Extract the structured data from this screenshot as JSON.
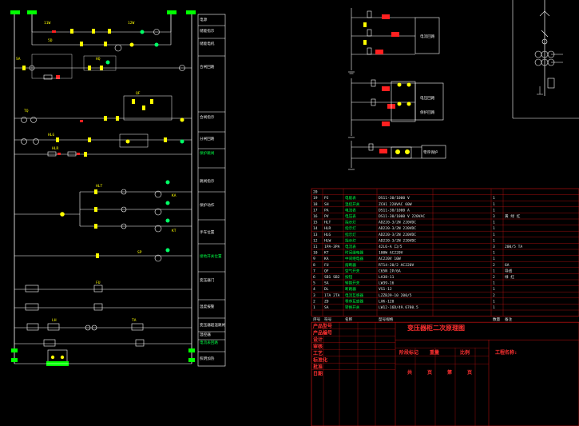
{
  "colors": {
    "background": "#000000",
    "wire": "#ffffff",
    "contact": "#ffff00",
    "terminal": "#00ff00",
    "lamp": "#00ff66",
    "title_red": "#ff3030",
    "coil_red": "#ff2020",
    "grid_red": "#cc1111"
  },
  "sidebar_labels": [
    {
      "text": "电源",
      "color": "t"
    },
    {
      "text": "储能指示",
      "color": "t"
    },
    {
      "text": "储能电机",
      "color": "t"
    },
    {
      "text": "合闸回路",
      "color": "t"
    },
    {
      "text": "合闸指示",
      "color": "t"
    },
    {
      "text": "分闸回路",
      "color": "t"
    },
    {
      "text": "保护跳闸",
      "color": "tg"
    },
    {
      "text": "跳闸指示",
      "color": "t"
    },
    {
      "text": "保护动作",
      "color": "t"
    },
    {
      "text": "手车位置",
      "color": "t"
    },
    {
      "text": "接地开关位置",
      "color": "tg"
    },
    {
      "text": "变压器门",
      "color": "t"
    },
    {
      "text": "温度报警",
      "color": "t"
    },
    {
      "text": "变压器超温跳闸",
      "color": "t"
    },
    {
      "text": "温控器",
      "color": "t"
    },
    {
      "text": "电流表回路",
      "color": "tg"
    },
    {
      "text": "照明加热",
      "color": "t"
    }
  ],
  "module_labels": [
    "电流回路",
    "电压回路",
    "保护回路",
    "零序保护"
  ],
  "tag_labels": [
    "11W",
    "12W",
    "5D",
    "SA",
    "HQ",
    "TQ",
    "QF",
    "HLG",
    "HLR",
    "HLT",
    "KA",
    "KT",
    "SP",
    "FU",
    "LH",
    "TA"
  ],
  "bom": {
    "header": {
      "no": "序号",
      "code": "符号",
      "name": "名称",
      "spec": "型号规格",
      "qty": "数量",
      "remark": "备注"
    },
    "rows": [
      {
        "no": "20",
        "code": "",
        "name": "",
        "spec": "",
        "qty": "",
        "remark": ""
      },
      {
        "no": "19",
        "code": "PJ",
        "name": "电能表",
        "spec": "DS11-30/1000 V",
        "qty": "1",
        "remark": ""
      },
      {
        "no": "18",
        "code": "SH",
        "name": "温控开关",
        "spec": "ZCH1 220VAC 60W",
        "qty": "1",
        "remark": ""
      },
      {
        "no": "17",
        "code": "PA",
        "name": "电流表",
        "spec": "DS11-30/1000 A",
        "qty": "1",
        "remark": ""
      },
      {
        "no": "16",
        "code": "PV",
        "name": "电压表",
        "spec": "DS11-30/1000 V 220VAC",
        "qty": "3",
        "remark": "黄 绿 红"
      },
      {
        "no": "15",
        "code": "HLT",
        "name": "指示灯",
        "spec": "AD220-3/2N 220VDC",
        "qty": "1",
        "remark": ""
      },
      {
        "no": "14",
        "code": "HLR",
        "name": "指示灯",
        "spec": "AD220-3/2N 220VDC",
        "qty": "1",
        "remark": ""
      },
      {
        "no": "13",
        "code": "HLG",
        "name": "指示灯",
        "spec": "AD220-3/2N 220VDC",
        "qty": "1",
        "remark": ""
      },
      {
        "no": "12",
        "code": "HLW",
        "name": "指示灯",
        "spec": "AD220-3/2N 220VDC",
        "qty": "1",
        "remark": ""
      },
      {
        "no": "11",
        "code": "1PA-3PA",
        "name": "电流表",
        "spec": "42L6-A 口/5",
        "qty": "3",
        "remark": "200/5 TA"
      },
      {
        "no": "10",
        "code": "KT",
        "name": "时间继电器",
        "spec": "100W AC220V",
        "qty": "1",
        "remark": ""
      },
      {
        "no": "9",
        "code": "KA",
        "name": "中间继电器",
        "spec": "AC220V 10W",
        "qty": "1",
        "remark": ""
      },
      {
        "no": "8",
        "code": "FU",
        "name": "熔断器",
        "spec": "RT14-20/2 AC220V",
        "qty": "2",
        "remark": "6A"
      },
      {
        "no": "7",
        "code": "QF",
        "name": "空气开关",
        "spec": "C65N 2P/6A",
        "qty": "1",
        "remark": "导线"
      },
      {
        "no": "6",
        "code": "SB1 SB2",
        "name": "按钮",
        "spec": "LA38-11",
        "qty": "2",
        "remark": "绿 红"
      },
      {
        "no": "5",
        "code": "SA",
        "name": "转换开关",
        "spec": "LW39-16",
        "qty": "1",
        "remark": ""
      },
      {
        "no": "4",
        "code": "DL",
        "name": "断路器",
        "spec": "VS1-12",
        "qty": "1",
        "remark": ""
      },
      {
        "no": "3",
        "code": "1TA 2TA",
        "name": "电流互感器",
        "spec": "LZZBJ9-10 200/5",
        "qty": "2",
        "remark": ""
      },
      {
        "no": "2",
        "code": "ZD",
        "name": "零序互感器",
        "spec": "LXK-120",
        "qty": "1",
        "remark": ""
      },
      {
        "no": "1",
        "code": "SA",
        "name": "转换开关",
        "spec": "LW12-16D/49.6780.5",
        "qty": "1",
        "remark": ""
      }
    ]
  },
  "title_block": {
    "title": "变压器柜二次原理图",
    "rows": [
      "产品型号",
      "产品编号",
      "设计",
      "审核",
      "工艺",
      "标准化",
      "批准",
      "日期"
    ],
    "mid": [
      "阶段标记",
      "重量",
      "比例"
    ],
    "sheet": [
      "共",
      "页",
      "第",
      "页"
    ],
    "project": "工程名称:"
  }
}
